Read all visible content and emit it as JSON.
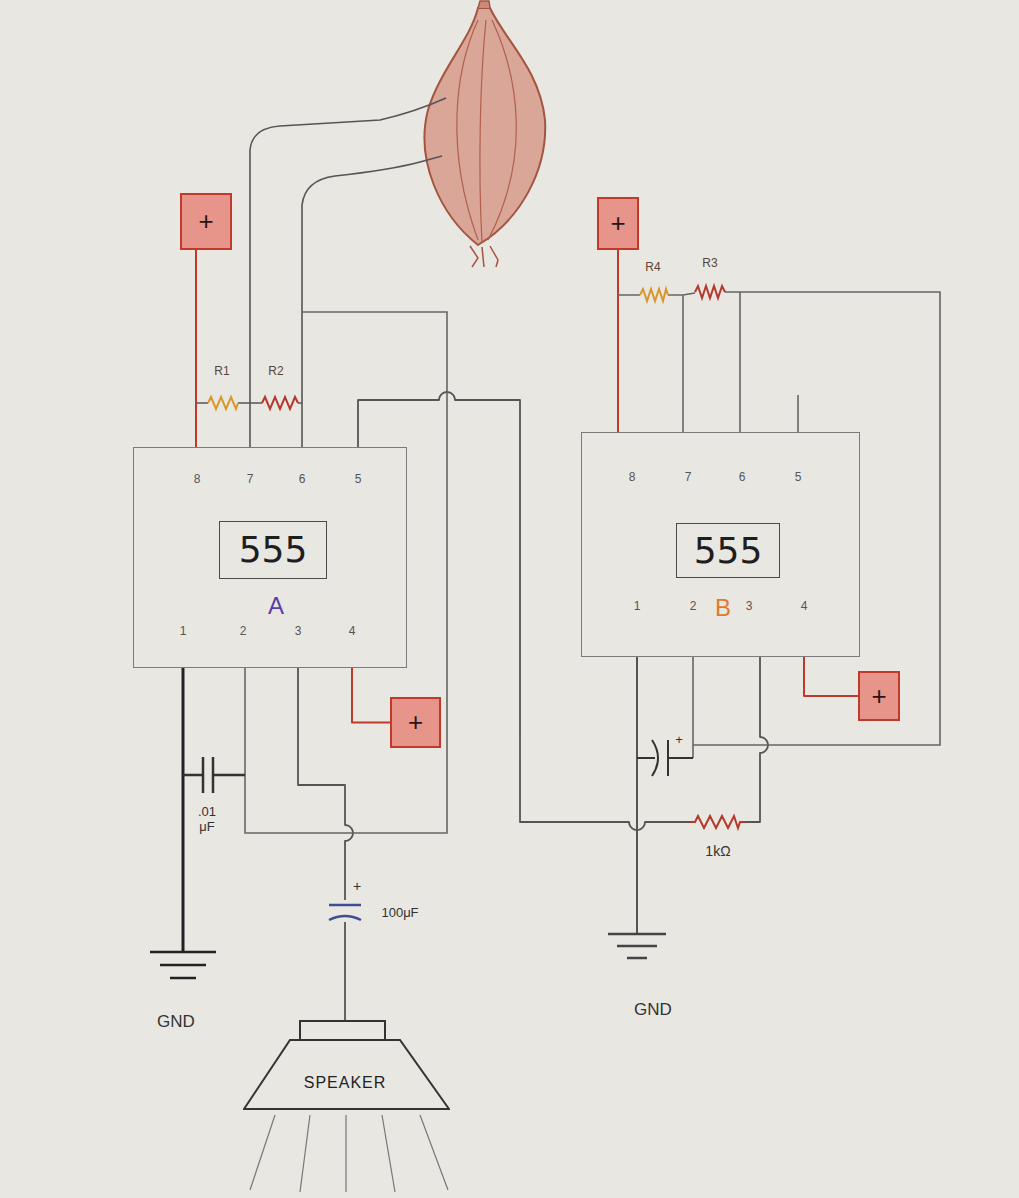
{
  "diagram": {
    "nodes": [
      {
        "text": [
          "+"
        ]
      },
      {
        "text": [
          "+"
        ]
      },
      {
        "text": [
          "A"
        ]
      },
      {
        "text": [
          "555"
        ],
        "in": 2
      },
      {
        "text": [
          "B"
        ]
      },
      {
        "text": [
          "555"
        ],
        "in": 4
      },
      {
        "text": [
          "+"
        ]
      },
      {
        "text": [
          "+"
        ]
      },
      {
        "text": [
          "SPEAKER"
        ]
      }
    ],
    "edges": [
      {
        "from": 0,
        "to": 2,
        "arrow": "none"
      },
      {
        "from": 1,
        "to": 4,
        "arrow": "none"
      },
      {
        "from": 2,
        "to": 7,
        "arrow": "none"
      },
      {
        "from": 4,
        "to": 6,
        "arrow": "none"
      },
      {
        "from": 2,
        "to": 8,
        "arrow": "none"
      },
      {
        "from": 4,
        "to": 2,
        "arrow": "none"
      }
    ],
    "labels": [
      "R4",
      "R3",
      "R1",
      "R2",
      "8",
      "7",
      "6",
      "5",
      "8",
      "7",
      "6",
      "5",
      "1",
      "2",
      "3",
      "4",
      "1",
      "2",
      "3",
      "4",
      "+",
      ".01 μF",
      "1kΩ",
      "+",
      "100μF",
      "GND",
      "GND"
    ]
  }
}
